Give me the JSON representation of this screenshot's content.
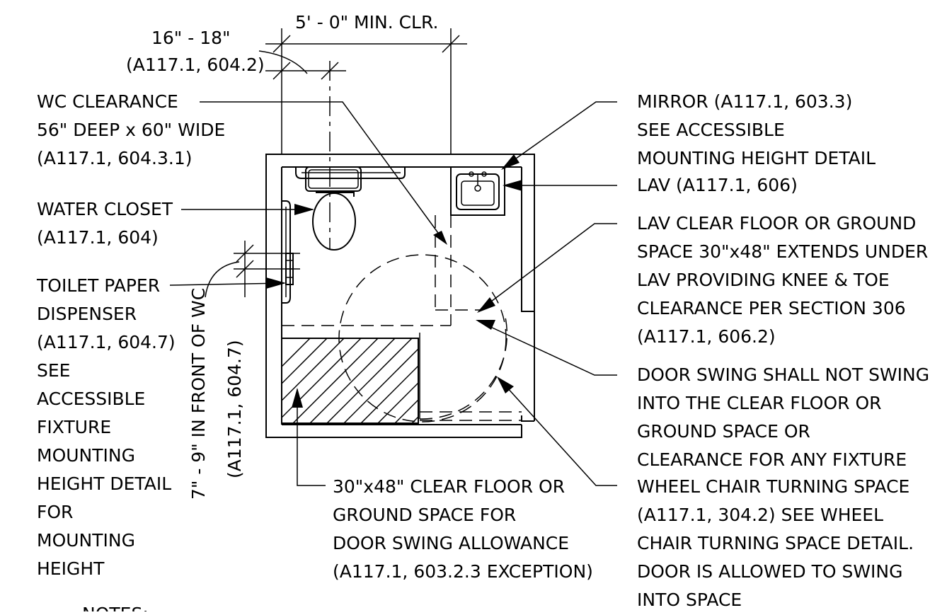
{
  "dimensions": {
    "clear_width": "5' - 0\" MIN. CLR.",
    "wc_centerline": "16\" - 18\"",
    "wc_centerline_ref": "(A117.1, 604.2)",
    "tp_distance": "7\" - 9\" IN FRONT OF WC",
    "tp_distance_ref": "(A117.1, 604.7)"
  },
  "labels_left": {
    "wc_clearance": [
      "WC CLEARANCE",
      "56\" DEEP x 60\" WIDE",
      "(A117.1, 604.3.1)"
    ],
    "water_closet": [
      "WATER CLOSET",
      "(A117.1, 604)"
    ],
    "toilet_paper": [
      "TOILET PAPER",
      "DISPENSER",
      "(A117.1, 604.7)",
      "SEE",
      "ACCESSIBLE",
      "FIXTURE",
      "MOUNTING",
      "HEIGHT DETAIL",
      "FOR",
      "MOUNTING",
      "HEIGHT"
    ],
    "notes": "NOTES:"
  },
  "labels_right": {
    "mirror": [
      "MIRROR (A117.1, 603.3)",
      "SEE ACCESSIBLE",
      "MOUNTING HEIGHT DETAIL"
    ],
    "lav": [
      "LAV (A117.1, 606)"
    ],
    "lav_clear": [
      "LAV CLEAR FLOOR OR GROUND",
      "SPACE 30\"x48\"  EXTENDS UNDER",
      "LAV PROVIDING KNEE & TOE",
      "CLEARANCE PER SECTION 306",
      "(A117.1, 606.2)"
    ],
    "door_swing": [
      "DOOR SWING SHALL NOT SWING",
      "INTO THE CLEAR FLOOR OR",
      "GROUND SPACE OR",
      "CLEARANCE FOR ANY FIXTURE"
    ],
    "turning": [
      "WHEEL CHAIR TURNING SPACE",
      "(A117.1, 304.2)  SEE WHEEL",
      "CHAIR TURNING SPACE DETAIL.",
      "DOOR IS ALLOWED TO SWING",
      "INTO SPACE"
    ]
  },
  "labels_bottom": {
    "door_allowance": [
      "30\"x48\" CLEAR FLOOR OR",
      "GROUND SPACE FOR",
      "DOOR SWING ALLOWANCE",
      "(A117.1, 603.2.3 EXCEPTION)"
    ]
  }
}
